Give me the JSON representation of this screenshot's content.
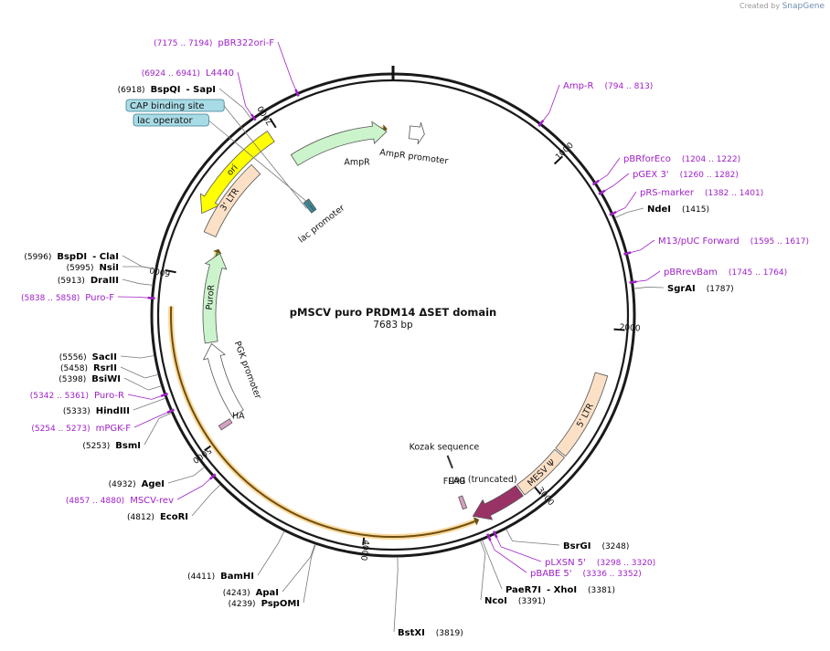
{
  "credit": {
    "prefix": "Created by",
    "brand": "SnapGene"
  },
  "plasmid": {
    "name": "pMSCV puro PRDM14 ΔSET domain",
    "size": "7683 bp",
    "length": 7683
  },
  "ticks": [
    {
      "bp": 1000,
      "label": "1000"
    },
    {
      "bp": 2000,
      "label": "2000"
    },
    {
      "bp": 3000,
      "label": "3000"
    },
    {
      "bp": 4000,
      "label": "4000"
    },
    {
      "bp": 5000,
      "label": "5000"
    },
    {
      "bp": 6000,
      "label": "6000"
    },
    {
      "bp": 7000,
      "label": "7000"
    }
  ],
  "features": [
    {
      "name": "ori",
      "start": 6360,
      "end": 6950,
      "dir": -1,
      "color": "#ffff00",
      "kind": "arrow",
      "lane": 0
    },
    {
      "name": "AmpR",
      "start": 6990,
      "end": 7640,
      "dir": 1,
      "color": "#ccf4cc",
      "kind": "arrow",
      "lane": 2
    },
    {
      "name": "AmpR promoter",
      "start": 110,
      "end": 210,
      "dir": 1,
      "color": "#ffffff",
      "kind": "arrow",
      "lane": 2
    },
    {
      "name": "5' LTR",
      "start": 2260,
      "end": 2760,
      "dir": 0,
      "color": "#fce0c6",
      "kind": "box",
      "lane": 0
    },
    {
      "name": "MESV Ψ",
      "start": 2770,
      "end": 3070,
      "dir": 0,
      "color": "#fce0c6",
      "kind": "box",
      "lane": 0
    },
    {
      "name": "gag (truncated)",
      "start": 3080,
      "end": 3380,
      "dir": 1,
      "color": "#993366",
      "kind": "arrow",
      "lane": 0
    },
    {
      "name": "FLAG",
      "start": 3395,
      "end": 3420,
      "dir": 0,
      "color": "#d7a0c0",
      "kind": "box",
      "lane": 1
    },
    {
      "name": "HA",
      "start": 5040,
      "end": 5070,
      "dir": 0,
      "color": "#d7a0c0",
      "kind": "box",
      "lane": 1
    },
    {
      "name": "PGK promoter",
      "start": 5070,
      "end": 5570,
      "dir": 1,
      "color": "#ffffff",
      "kind": "arrow",
      "lane": 2
    },
    {
      "name": "PuroR",
      "start": 5580,
      "end": 6180,
      "dir": 1,
      "color": "#ccf4cc",
      "kind": "arrow",
      "lane": 2
    },
    {
      "name": "3' LTR",
      "start": 6270,
      "end": 6760,
      "dir": 0,
      "color": "#fce0c6",
      "kind": "box",
      "lane": 1
    },
    {
      "name": "lac promoter",
      "start": 6860,
      "end": 6890,
      "dir": 0,
      "color": "#2e8fa3",
      "kind": "box",
      "lane": 3
    },
    {
      "name": "lac operator",
      "start": 6895,
      "end": 6915,
      "dir": 0,
      "color": "#2e8fa3",
      "kind": "box",
      "lane": 3
    }
  ],
  "open_frames": [
    {
      "start": 7000,
      "end": 7620,
      "dir": 1
    },
    {
      "start": 5600,
      "end": 6180,
      "dir": 1
    },
    {
      "start": 3380,
      "end": 5810,
      "dir": -1
    }
  ],
  "feature_labels": [
    {
      "ref": "ori",
      "text": "ori"
    },
    {
      "ref": "AmpR",
      "text": "AmpR"
    },
    {
      "ref": "AmpR promoter",
      "text": "AmpR promoter"
    },
    {
      "ref": "5' LTR",
      "text": "5' LTR"
    },
    {
      "ref": "MESV Ψ",
      "text": "MESV Ψ"
    },
    {
      "ref": "gag (truncated)",
      "text": "gag (truncated)"
    },
    {
      "ref": "FLAG",
      "text": "FLAG"
    },
    {
      "ref": "HA",
      "text": "HA"
    },
    {
      "ref": "PGK promoter",
      "text": "PGK promoter"
    },
    {
      "ref": "PuroR",
      "text": "PuroR"
    },
    {
      "ref": "3' LTR",
      "text": "3' LTR"
    },
    {
      "ref": "lac promoter",
      "text": "lac promoter"
    },
    {
      "ref": "Kozak",
      "text": "Kozak sequence"
    }
  ],
  "kozak_bp": 3390,
  "boxed_labels": [
    {
      "text": "CAP binding site",
      "bp": 6850
    },
    {
      "text": "lac operator",
      "bp": 6900
    }
  ],
  "sites": [
    {
      "pos": "(7175 .. 7194)",
      "name": "pBR322ori-F",
      "kind": "primer",
      "bp": 7185,
      "side": "L"
    },
    {
      "pos": "(6924 .. 6941)",
      "name": "L4440",
      "kind": "primer",
      "bp": 6932,
      "side": "L"
    },
    {
      "pos": "(6918)",
      "name": "BspQI",
      "name2": "- SapI",
      "kind": "enzyme",
      "bp": 6918,
      "side": "L"
    },
    {
      "pos": "(5996)",
      "name": "BspDI",
      "name2": "- ClaI",
      "kind": "enzyme",
      "bp": 5996,
      "side": "L"
    },
    {
      "pos": "(5995)",
      "name": "NsiI",
      "kind": "enzyme",
      "bp": 5995,
      "side": "L"
    },
    {
      "pos": "(5913)",
      "name": "DraIII",
      "kind": "enzyme",
      "bp": 5913,
      "side": "L"
    },
    {
      "pos": "(5838 .. 5858)",
      "name": "Puro-F",
      "kind": "primer",
      "bp": 5848,
      "side": "L"
    },
    {
      "pos": "(5556)",
      "name": "SacII",
      "kind": "enzyme",
      "bp": 5556,
      "side": "L"
    },
    {
      "pos": "(5458)",
      "name": "RsrII",
      "kind": "enzyme",
      "bp": 5458,
      "side": "L"
    },
    {
      "pos": "(5398)",
      "name": "BsiWI",
      "kind": "enzyme",
      "bp": 5398,
      "side": "L"
    },
    {
      "pos": "(5342 .. 5361)",
      "name": "Puro-R",
      "kind": "primer",
      "bp": 5351,
      "side": "L"
    },
    {
      "pos": "(5333)",
      "name": "HindIII",
      "kind": "enzyme",
      "bp": 5333,
      "side": "L"
    },
    {
      "pos": "(5254 .. 5273)",
      "name": "mPGK-F",
      "kind": "primer",
      "bp": 5263,
      "side": "L"
    },
    {
      "pos": "(5253)",
      "name": "BsmI",
      "kind": "enzyme",
      "bp": 5253,
      "side": "L"
    },
    {
      "pos": "(4932)",
      "name": "AgeI",
      "kind": "enzyme",
      "bp": 4932,
      "side": "L"
    },
    {
      "pos": "(4857 .. 4880)",
      "name": "MSCV-rev",
      "kind": "primer",
      "bp": 4868,
      "side": "L"
    },
    {
      "pos": "(4812)",
      "name": "EcoRI",
      "kind": "enzyme",
      "bp": 4812,
      "side": "L"
    },
    {
      "pos": "(4411)",
      "name": "BamHI",
      "kind": "enzyme",
      "bp": 4411,
      "side": "L"
    },
    {
      "pos": "(4243)",
      "name": "ApaI",
      "kind": "enzyme",
      "bp": 4243,
      "side": "L"
    },
    {
      "pos": "(4239)",
      "name": "PspOMI",
      "kind": "enzyme",
      "bp": 4239,
      "side": "L"
    },
    {
      "pos": "(3819)",
      "name": "BstXI",
      "kind": "enzyme",
      "bp": 3819,
      "side": "R"
    },
    {
      "pos": "(794 .. 813)",
      "name": "Amp-R",
      "kind": "primer",
      "bp": 803,
      "side": "R"
    },
    {
      "pos": "(1204 .. 1222)",
      "name": "pBRforEco",
      "kind": "primer",
      "bp": 1213,
      "side": "R"
    },
    {
      "pos": "(1260 .. 1282)",
      "name": "pGEX 3'",
      "kind": "primer",
      "bp": 1271,
      "side": "R"
    },
    {
      "pos": "(1382 .. 1401)",
      "name": "pRS-marker",
      "kind": "primer",
      "bp": 1391,
      "side": "R"
    },
    {
      "pos": "(1415)",
      "name": "NdeI",
      "kind": "enzyme",
      "bp": 1415,
      "side": "R"
    },
    {
      "pos": "(1595 .. 1617)",
      "name": "M13/pUC Forward",
      "kind": "primer",
      "bp": 1606,
      "side": "R"
    },
    {
      "pos": "(1745 .. 1764)",
      "name": "pBRrevBam",
      "kind": "primer",
      "bp": 1754,
      "side": "R"
    },
    {
      "pos": "(1787)",
      "name": "SgrAI",
      "kind": "enzyme",
      "bp": 1787,
      "side": "R"
    },
    {
      "pos": "(3248)",
      "name": "BsrGI",
      "kind": "enzyme",
      "bp": 3248,
      "side": "R"
    },
    {
      "pos": "(3298 .. 3320)",
      "name": "pLXSN 5'",
      "kind": "primer",
      "bp": 3309,
      "side": "R"
    },
    {
      "pos": "(3336 .. 3352)",
      "name": "pBABE 5'",
      "kind": "primer",
      "bp": 3344,
      "side": "R"
    },
    {
      "pos": "(3381)",
      "name": "PaeR7I",
      "name2": "- XhoI",
      "kind": "enzyme",
      "bp": 3381,
      "side": "R"
    },
    {
      "pos": "(3391)",
      "name": "NcoI",
      "kind": "enzyme",
      "bp": 3391,
      "side": "R"
    }
  ],
  "colors": {
    "primer": "#a020c8",
    "enzyme": "#000000",
    "leader": "#7a7a7a",
    "backbone": "#1a1a1a"
  }
}
